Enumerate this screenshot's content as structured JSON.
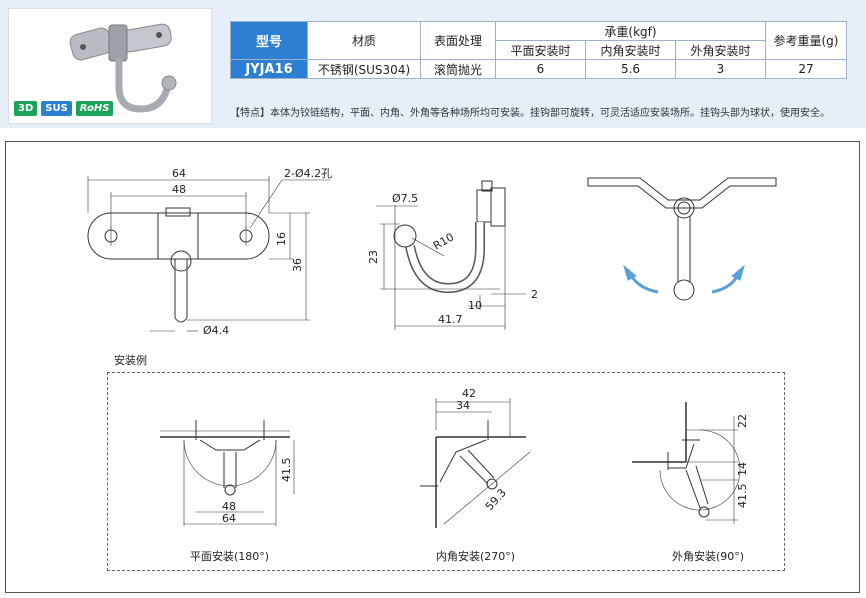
{
  "badges": {
    "b3d": "3D",
    "sus": "SUS",
    "rohs": "RoHS"
  },
  "table": {
    "col_model": "型号",
    "col_material": "材质",
    "col_finish": "表面处理",
    "col_load": "承重(kgf)",
    "col_flat": "平面安装时",
    "col_inner": "内角安装时",
    "col_outer": "外角安装时",
    "col_weight": "参考重量(g)",
    "row": {
      "model": "JYJA16",
      "material": "不锈钢(SUS304)",
      "finish": "滚筒抛光",
      "flat": "6",
      "inner": "5.6",
      "outer": "3",
      "weight": "27"
    }
  },
  "note": "【特点】本体为铰链结构，平面、内角、外角等各种场所均可安装。挂钩部可旋转，可灵活适应安装场所。挂钩头部为球状，使用安全。",
  "drawing": {
    "d64": "64",
    "d48": "48",
    "hole": "2-Ø4.2孔",
    "d16": "16",
    "d36": "36",
    "d44": "Ø4.4",
    "d75": "Ø7.5",
    "r10": "R10",
    "d23": "23",
    "d10": "10",
    "d2": "2",
    "d417": "41.7"
  },
  "install": {
    "title": "安装例",
    "flat_label": "平面安装(180°)",
    "inner_label": "内角安装(270°)",
    "outer_label": "外角安装(90°)",
    "f48": "48",
    "f64": "64",
    "f415": "41.5",
    "i42": "42",
    "i34": "34",
    "i593": "59.3",
    "o22": "22",
    "o14": "14",
    "o415": "41.5"
  }
}
